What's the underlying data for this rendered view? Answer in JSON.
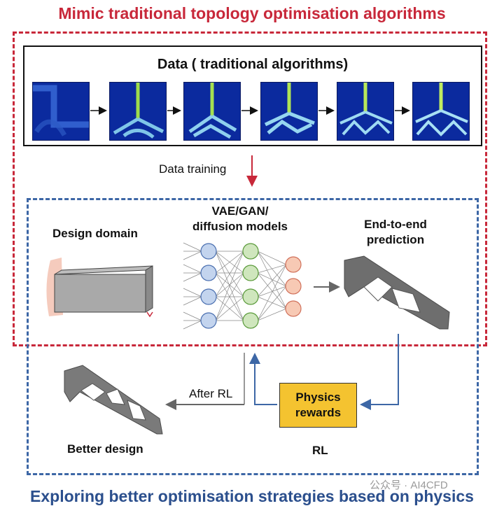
{
  "top_title": "Mimic traditional topology optimisation algorithms",
  "bottom_title": "Exploring better optimisation strategies based on physics",
  "data_box": {
    "title": "Data ( traditional algorithms)"
  },
  "data_training_label": "Data training",
  "design_domain_label": "Design domain",
  "models_label_line1": "VAE/GAN/",
  "models_label_line2": "diffusion models",
  "prediction_label_line1": "End-to-end",
  "prediction_label_line2": "prediction",
  "physics_rewards_line1": "Physics",
  "physics_rewards_line2": "rewards",
  "after_rl_label": "After RL",
  "better_design_label": "Better design",
  "rl_label": "RL",
  "watermark": "公众号 · AI4CFD",
  "colors": {
    "red_accent": "#c8283a",
    "blue_accent": "#3d67a6",
    "rewards_box": "#f4c330",
    "node_blue": "#c3d4ee",
    "node_green": "#cfe6bd",
    "node_orange": "#f7c9b4"
  }
}
